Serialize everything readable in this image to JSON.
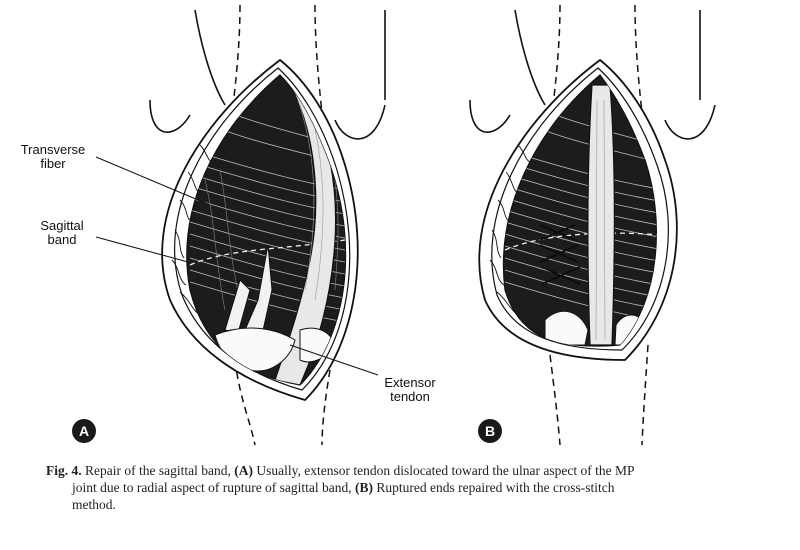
{
  "figure": {
    "panel_a_badge": "A",
    "panel_b_badge": "B",
    "labels": {
      "transverse_fiber_1": "Transverse",
      "transverse_fiber_2": "fiber",
      "sagittal_band_1": "Sagittal",
      "sagittal_band_2": "band",
      "extensor_tendon_1": "Extensor",
      "extensor_tendon_2": "tendon"
    }
  },
  "caption": {
    "fig_label": "Fig. 4.",
    "text_1": " Repair of the sagittal band, ",
    "a_marker": "(A)",
    "text_2": " Usually, extensor tendon dislocated toward the ulnar aspect of the MP",
    "line_2": "joint due to radial aspect of rupture of sagittal band, ",
    "b_marker": "(B)",
    "text_3": " Ruptured ends repaired with the cross-stitch",
    "line_3": "method."
  }
}
